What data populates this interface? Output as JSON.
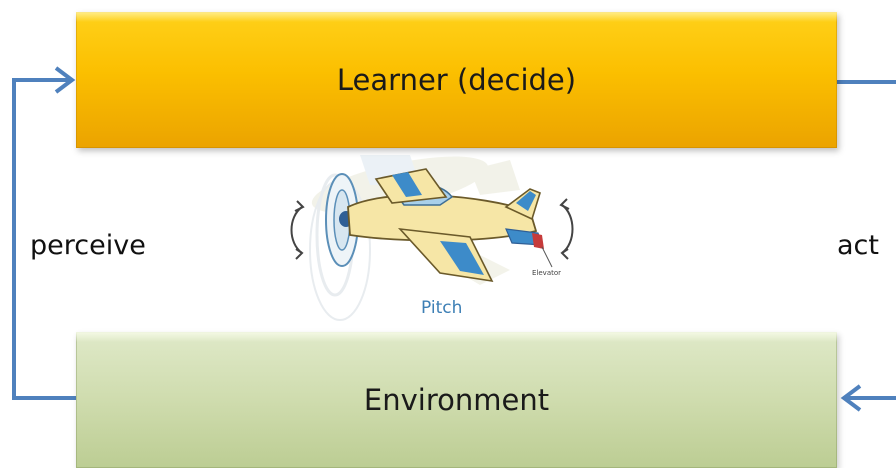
{
  "learner": {
    "label": "Learner (decide)"
  },
  "environment": {
    "label": "Environment"
  },
  "edges": {
    "perceive": "perceive",
    "act": "act"
  },
  "illustration": {
    "caption": "Pitch",
    "part_label": "Elevator"
  },
  "colors": {
    "learner_fill": "#fbbf00",
    "environment_fill": "#cfdcae",
    "arrow": "#4f81bd",
    "pitch_caption": "#3d7fb5"
  }
}
